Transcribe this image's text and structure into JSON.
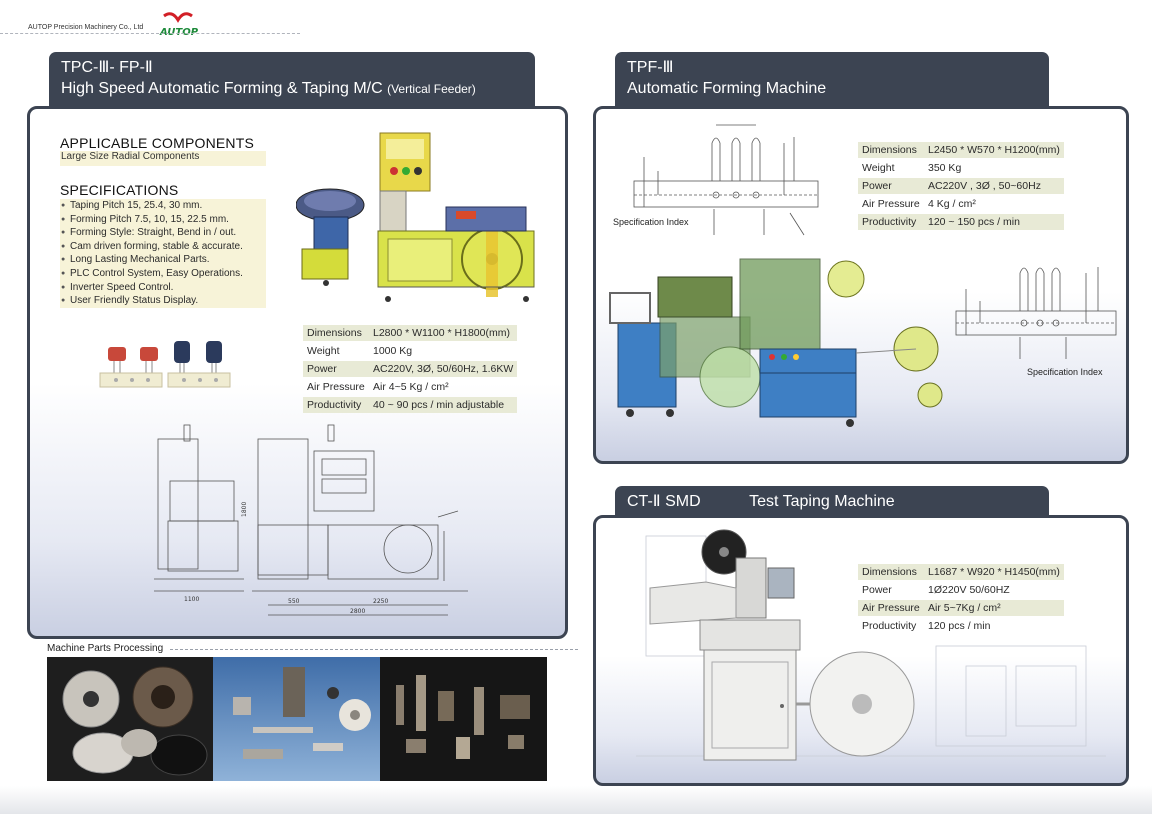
{
  "header": {
    "company": "AUTOP Precision Machinery Co., Ltd",
    "logo_text": "AUTOP"
  },
  "left_panel": {
    "tab_line1": "TPC-Ⅲ- FP-Ⅱ",
    "tab_line2": "High Speed Automatic Forming & Taping M/C",
    "tab_line2_small": "(Vertical Feeder)",
    "applicable_title": "APPLICABLE COMPONENTS",
    "applicable_text": "Large Size Radial Components",
    "specs_title": "SPECIFICATIONS",
    "specs": [
      "Taping Pitch 15, 25.4, 30 mm.",
      "Forming Pitch 7.5, 10, 15, 22.5 mm.",
      "Forming Style: Straight, Bend in / out.",
      "Cam driven forming, stable & accurate.",
      "Long Lasting Mechanical Parts.",
      "PLC Control System, Easy Operations.",
      "Inverter Speed Control.",
      "User Friendly Status Display."
    ],
    "table": [
      [
        "Dimensions",
        "L2800 * W1100 * H1800(mm)"
      ],
      [
        "Weight",
        "1000 Kg"
      ],
      [
        "Power",
        "AC220V, 3Ø, 50/60Hz, 1.6KW"
      ],
      [
        "Air Pressure",
        "Air 4~5 Kg / cm²"
      ],
      [
        "Productivity",
        "40 ~ 90 pcs / min adjustable"
      ]
    ],
    "drawing_dims": [
      "1100",
      "550",
      "2250",
      "2800",
      "1800"
    ]
  },
  "parts": {
    "label": "Machine Parts Processing"
  },
  "right_top": {
    "tab_line1": "TPF-Ⅲ",
    "tab_line2": "Automatic Forming Machine",
    "table": [
      [
        "Dimensions",
        "L2450 * W570 * H1200(mm)"
      ],
      [
        "Weight",
        "350 Kg"
      ],
      [
        "Power",
        "AC220V , 3Ø , 50~60Hz"
      ],
      [
        "Air Pressure",
        "4 Kg / cm²"
      ],
      [
        "Productivity",
        "120 ~ 150 pcs / min"
      ]
    ],
    "index_caption_1": "Specification Index",
    "index_caption_2": "Specification Index"
  },
  "right_bottom": {
    "tab_model": "CT-Ⅱ SMD",
    "tab_title": "Test Taping Machine",
    "table": [
      [
        "Dimensions",
        "L1687 * W920 * H1450(mm)"
      ],
      [
        "Power",
        "1Ø220V 50/60HZ"
      ],
      [
        "Air Pressure",
        "Air 5~7Kg / cm²"
      ],
      [
        "Productivity",
        "120 pcs / min"
      ]
    ]
  },
  "colors": {
    "tab_bg": "#3c4452",
    "highlight": "#f7f3d8",
    "table_row": "#e8ead6",
    "logo_red": "#d21f26",
    "logo_green": "#1d8a3a"
  },
  "icons": {
    "logo": "autop-logo-icon"
  }
}
